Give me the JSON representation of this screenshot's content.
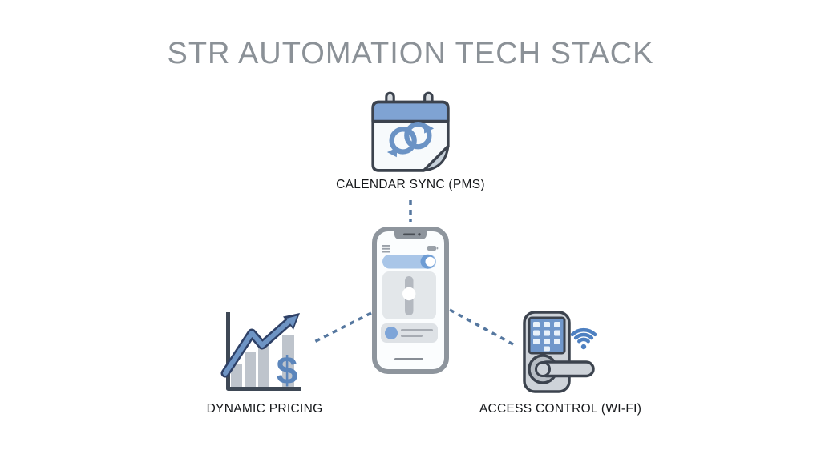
{
  "title": "STR AUTOMATION TECH STACK",
  "nodes": {
    "calendar": {
      "label": "CALENDAR SYNC (PMS)",
      "icon": "calendar-sync-icon"
    },
    "phone": {
      "icon": "smartphone-icon"
    },
    "pricing": {
      "label": "DYNAMIC PRICING",
      "icon": "price-chart-icon",
      "dollar_symbol": "$"
    },
    "access": {
      "label": "ACCESS CONTROL (WI-FI)",
      "icon": "smart-lock-icon"
    }
  },
  "colors": {
    "accent_blue": "#6e96c8",
    "header_blue": "#7fa3d3",
    "wifi_blue": "#4e80c1",
    "connector_blue": "#55779f",
    "outline_dark": "#3c434e",
    "title_gray": "#8b9197",
    "label_dark": "#15171a",
    "bar_gray": "#bec4cc"
  }
}
